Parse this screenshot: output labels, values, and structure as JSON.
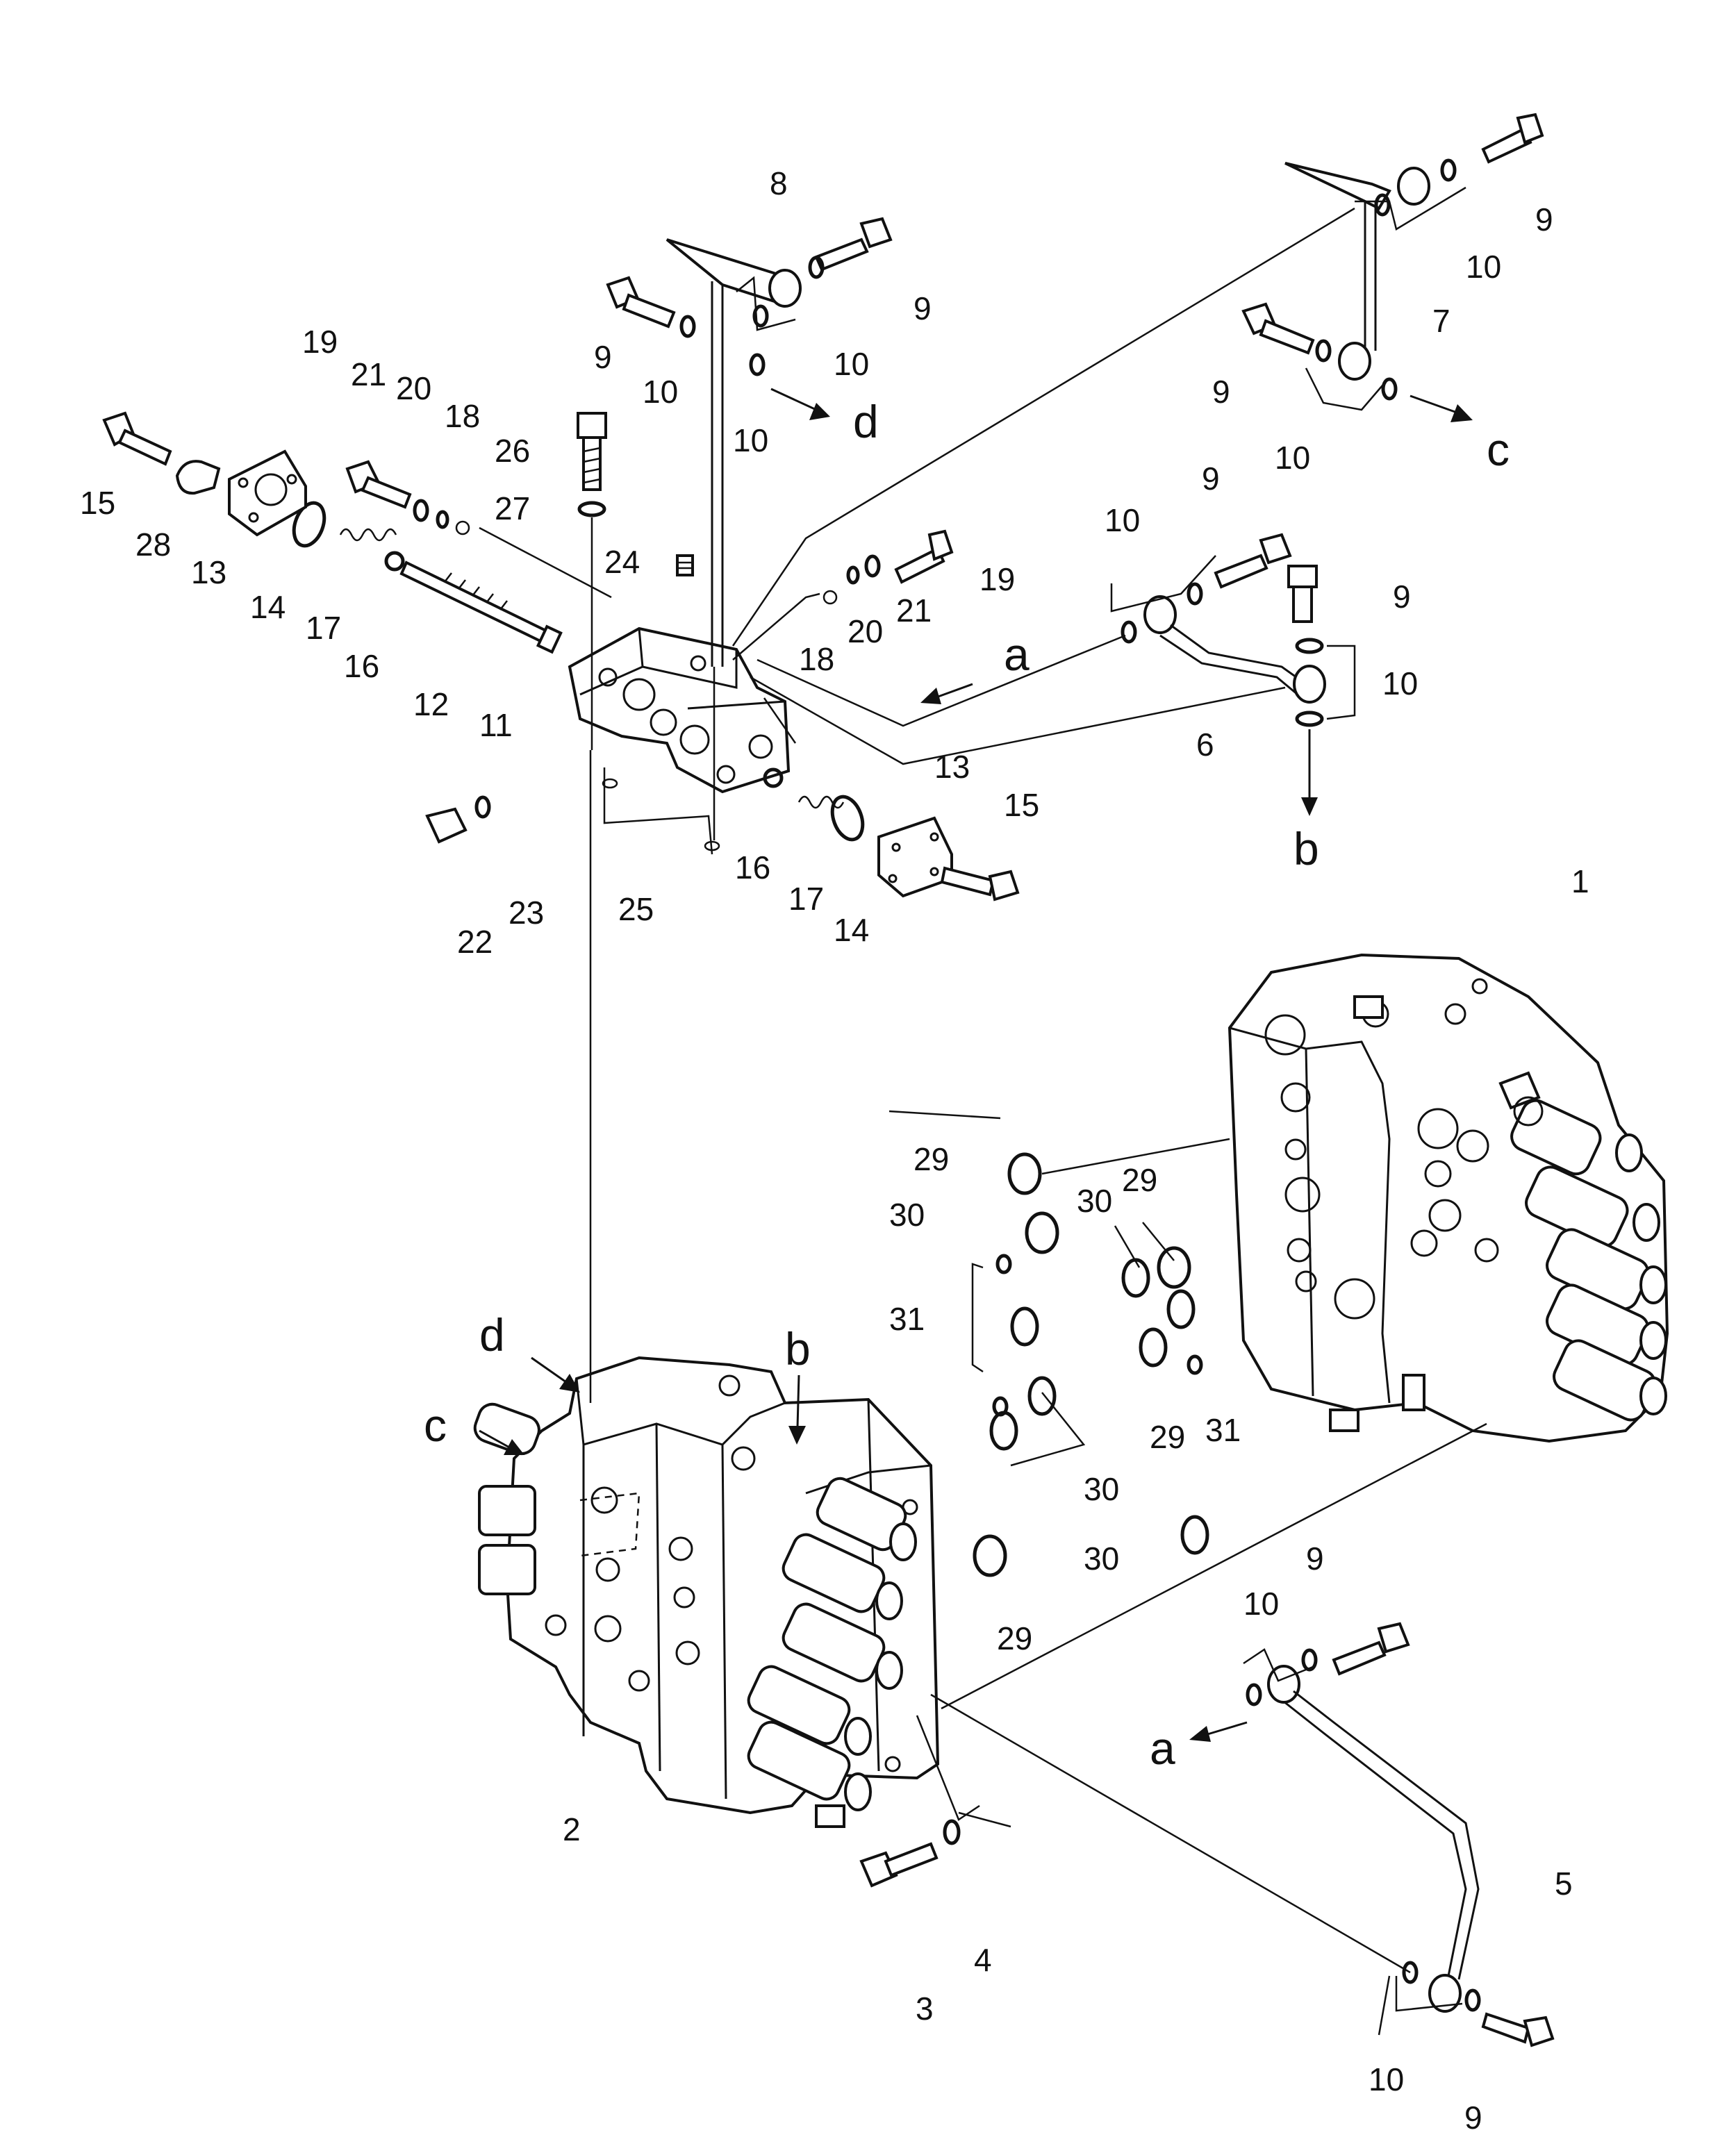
{
  "labels": {
    "p1": "1",
    "p2": "2",
    "p3": "3",
    "p4": "4",
    "p5": "5",
    "p6": "6",
    "p7": "7",
    "p8": "8",
    "p9": "9",
    "p10": "10",
    "p11": "11",
    "p12": "12",
    "p13": "13",
    "p14": "14",
    "p15": "15",
    "p16": "16",
    "p17": "17",
    "p18": "18",
    "p19": "19",
    "p20": "20",
    "p21": "21",
    "p22": "22",
    "p23": "23",
    "p24": "24",
    "p25": "25",
    "p26": "26",
    "p27": "27",
    "p28": "28",
    "p29": "29",
    "p30": "30",
    "p31": "31"
  },
  "connections": {
    "a": "a",
    "b": "b",
    "c": "c",
    "d": "d"
  }
}
